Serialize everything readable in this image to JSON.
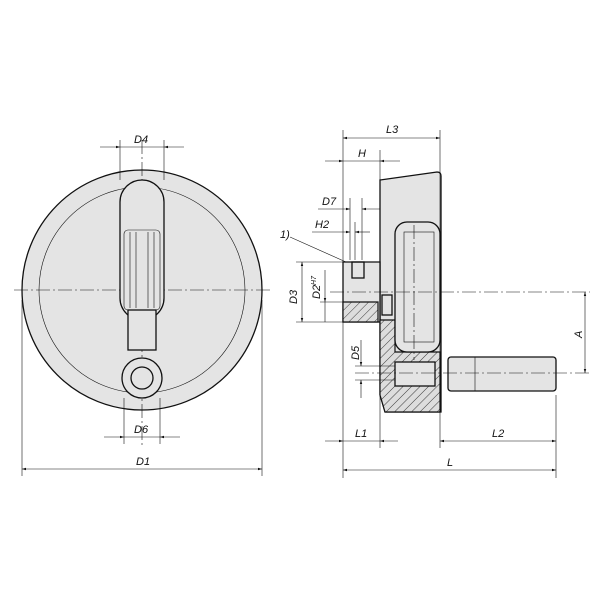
{
  "drawing": {
    "labels": {
      "d4": "D4",
      "d6": "D6",
      "d1": "D1",
      "l3": "L3",
      "h": "H",
      "d7": "D7",
      "h2": "H2",
      "note": "1)",
      "d3": "D3",
      "d2": "D2",
      "d2_tol": "H7",
      "d5": "D5",
      "a": "A",
      "l1": "L1",
      "l2": "L2",
      "l": "L"
    },
    "colors": {
      "fill": "#e4e4e4",
      "line": "#111111"
    }
  }
}
